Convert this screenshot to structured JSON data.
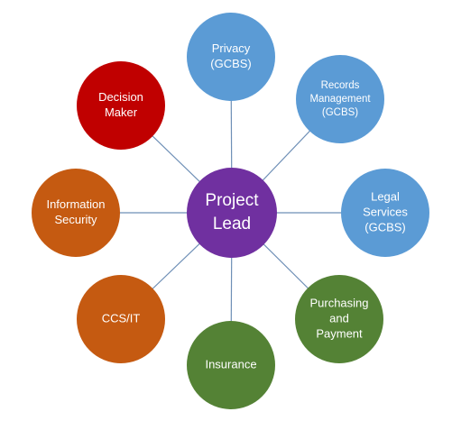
{
  "center": {
    "lines": [
      "Project",
      "Lead"
    ],
    "color": "#7030a0"
  },
  "nodes": [
    {
      "id": "privacy",
      "lines": [
        "Privacy",
        "(GCBS)"
      ],
      "color": "#5b9bd5"
    },
    {
      "id": "records-management",
      "lines": [
        "Records",
        "Management",
        "(GCBS)"
      ],
      "color": "#5b9bd5"
    },
    {
      "id": "legal-services",
      "lines": [
        "Legal",
        "Services",
        "(GCBS)"
      ],
      "color": "#5b9bd5"
    },
    {
      "id": "purchasing-and-payment",
      "lines": [
        "Purchasing",
        "and",
        "Payment"
      ],
      "color": "#548235"
    },
    {
      "id": "insurance",
      "lines": [
        "Insurance"
      ],
      "color": "#548235"
    },
    {
      "id": "ccs-it",
      "lines": [
        "CCS/IT"
      ],
      "color": "#c55a11"
    },
    {
      "id": "information-security",
      "lines": [
        "Information",
        "Security"
      ],
      "color": "#c55a11"
    },
    {
      "id": "decision-maker",
      "lines": [
        "Decision",
        "Maker"
      ],
      "color": "#c00000"
    }
  ]
}
